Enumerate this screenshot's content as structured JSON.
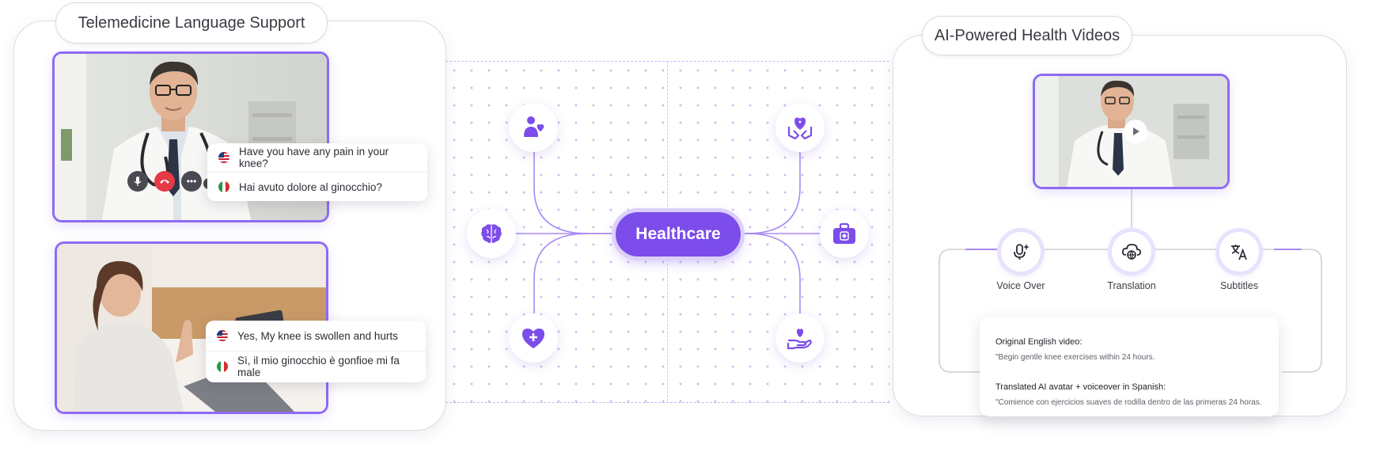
{
  "left_card": {
    "title": "Telemedicine Language Support",
    "call_1": {
      "lines": [
        {
          "flag": "us",
          "text": "Have you have any pain in your knee?"
        },
        {
          "flag": "it",
          "text": "Hai avuto dolore al ginocchio?"
        }
      ],
      "controls": [
        "mic-icon",
        "end-call-icon",
        "more-icon"
      ]
    },
    "call_2": {
      "lines": [
        {
          "flag": "us",
          "text": "Yes, My knee is swollen and hurts"
        },
        {
          "flag": "it",
          "text": "Sì, il mio ginocchio è gonfioe mi fa male"
        }
      ]
    }
  },
  "center": {
    "hub_label": "Healthcare",
    "nodes": [
      "patient-care-icon",
      "heart-hands-icon",
      "brain-icon",
      "medical-kit-icon",
      "heart-plus-icon",
      "hand-heart-icon"
    ]
  },
  "right_card": {
    "title": "AI-Powered Health Videos",
    "features": [
      {
        "label": "Voice Over",
        "icon": "mic-sparkle-icon"
      },
      {
        "label": "Translation",
        "icon": "cloud-globe-icon"
      },
      {
        "label": "Subtitles",
        "icon": "translate-icon"
      }
    ],
    "info": {
      "original_title": "Original English video:",
      "original_text": "\"Begin gentle knee exercises within 24 hours.",
      "translated_title": "Translated AI avatar + voiceover in Spanish:",
      "translated_text": "\"Comience con ejercicios suaves de rodilla dentro de las primeras 24 horas."
    }
  },
  "colors": {
    "accent": "#7c4dea",
    "accent_light": "#ddd0fb",
    "border": "#dcdce3",
    "end_call": "#e53945"
  }
}
